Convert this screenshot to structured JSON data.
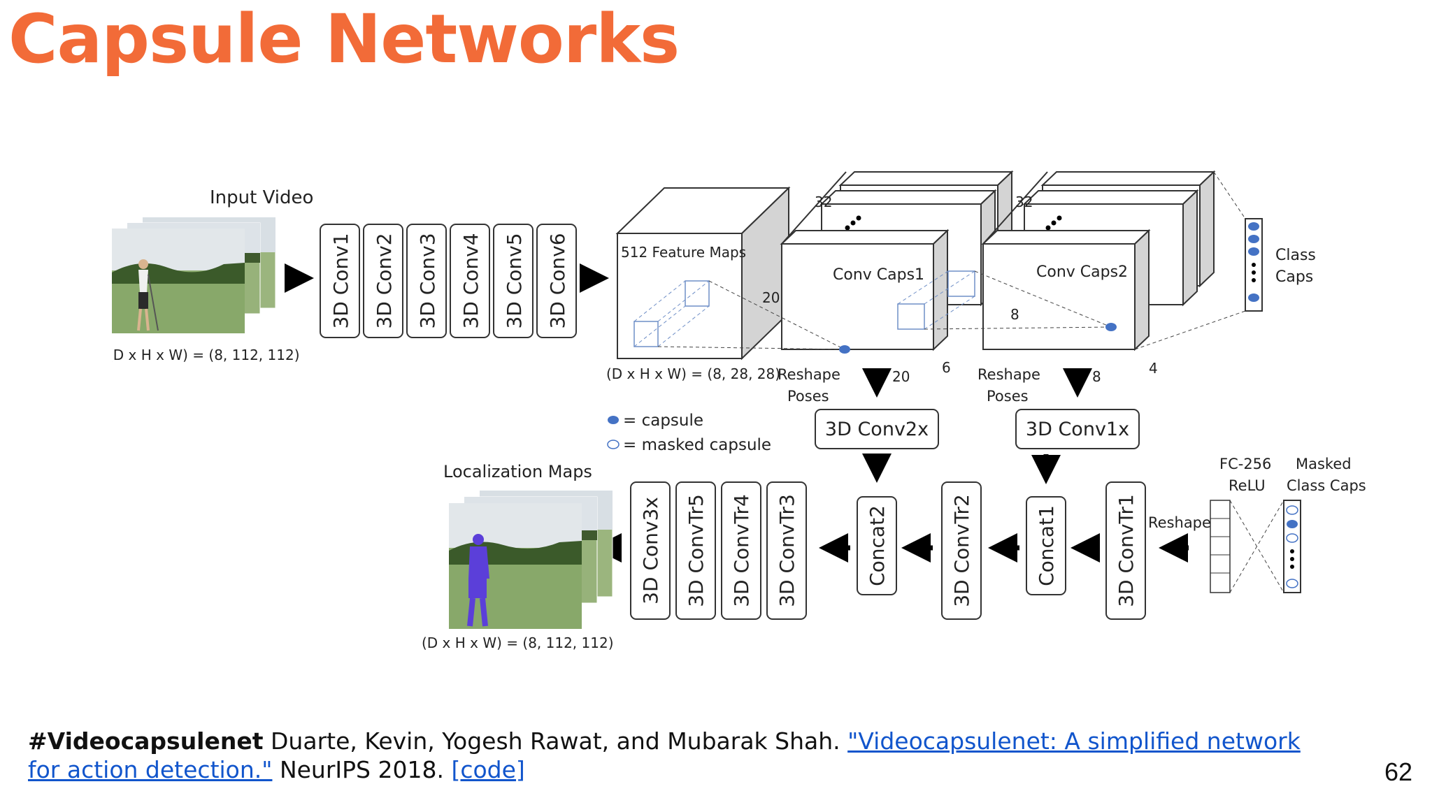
{
  "title": "Capsule Networks",
  "diagram": {
    "input_label": "Input Video",
    "input_dims": "(D x H x W) = (8, 112, 112)",
    "encoder_layers": [
      "3D Conv1",
      "3D Conv2",
      "3D Conv3",
      "3D Conv4",
      "3D Conv5",
      "3D Conv6"
    ],
    "feature_maps_label": "512 Feature Maps",
    "feature_dims": "(D x H x W) = (8, 28, 28)",
    "convcaps1": {
      "label": "Conv Caps1",
      "depth": "32",
      "size_a": "20",
      "size_b": "6"
    },
    "convcaps2": {
      "label": "Conv Caps2",
      "depth": "32",
      "size_a": "8",
      "size_b": "4"
    },
    "class_caps": [
      "Class",
      "Caps"
    ],
    "reshape1": [
      "Reshape",
      "Poses"
    ],
    "reshape1_num": "20",
    "reshape2": [
      "Reshape",
      "Poses"
    ],
    "reshape2_num": "8",
    "conv2x": "3D Conv2x",
    "conv1x": "3D Conv1x",
    "legend_capsule": "= capsule",
    "legend_masked": "= masked capsule",
    "fc_label": [
      "FC-256",
      "ReLU"
    ],
    "masked_label": [
      "Masked",
      "Class Caps"
    ],
    "reshape_label": "Reshape",
    "decoder_layers": [
      "3D Conv3x",
      "3D ConvTr5",
      "3D ConvTr4",
      "3D ConvTr3",
      "Concat2",
      "3D ConvTr2",
      "Concat1",
      "3D ConvTr1"
    ],
    "output_label": "Localization Maps",
    "output_dims": "(D x H x W) = (8, 112, 112)"
  },
  "citation": {
    "tag": "#Videocapsulenet",
    "authors": " Duarte, Kevin, Yogesh Rawat, and Mubarak Shah. ",
    "link_text": "\"Videocapsulenet: A simplified network for action detection.\"",
    "venue": " NeurIPS 2018. ",
    "code_link": "[code]"
  },
  "page_number": "62",
  "colors": {
    "title": "#f26b38",
    "link": "#1155cc",
    "capsule": "#4472c4"
  }
}
